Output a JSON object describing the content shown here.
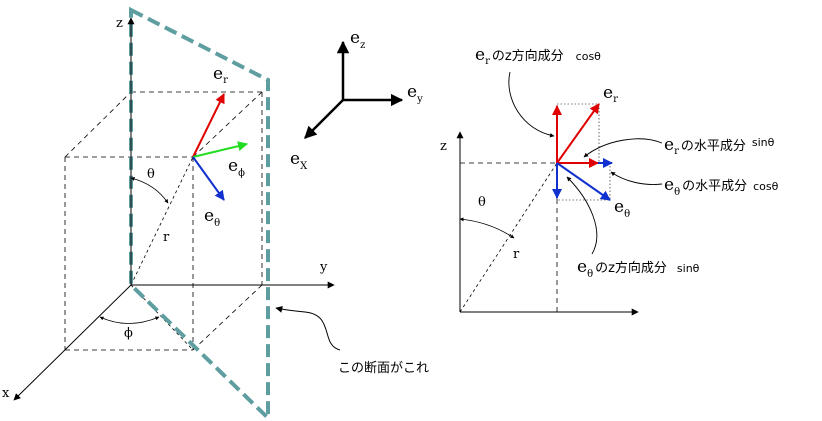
{
  "axes3d": {
    "x": "x",
    "y": "y",
    "z": "z"
  },
  "angles": {
    "theta": "θ",
    "phi": "ϕ",
    "r": "r"
  },
  "vectors3d": {
    "er_base": "e",
    "er_sub": "r",
    "ephi_base": "e",
    "ephi_sub": "ϕ",
    "etheta_base": "e",
    "etheta_sub": "θ"
  },
  "basis": {
    "ez_base": "e",
    "ez_sub": "z",
    "ey_base": "e",
    "ey_sub": "y",
    "ex_base": "e",
    "ex_sub": "X"
  },
  "section": {
    "z_label": "z",
    "theta": "θ",
    "r": "r",
    "er_base": "e",
    "er_sub": "r",
    "etheta_base": "e",
    "etheta_sub": "θ",
    "note_er_z": {
      "base": "e",
      "sub": "r",
      "text": "のz方向成分",
      "func": "cosθ"
    },
    "note_er_h": {
      "base": "e",
      "sub": "r",
      "text": "の水平成分",
      "func": "sinθ"
    },
    "note_et_h": {
      "base": "e",
      "sub": "θ",
      "text": "の水平成分",
      "func": "cosθ"
    },
    "note_et_z": {
      "base": "e",
      "sub": "θ",
      "text": "のz方向成分",
      "func": "sinθ"
    }
  },
  "caption": "この断面がこれ",
  "colors": {
    "plane": "#5f9ea0",
    "er": "#e00000",
    "ephi": "#22dd22",
    "etheta": "#1030d0"
  }
}
